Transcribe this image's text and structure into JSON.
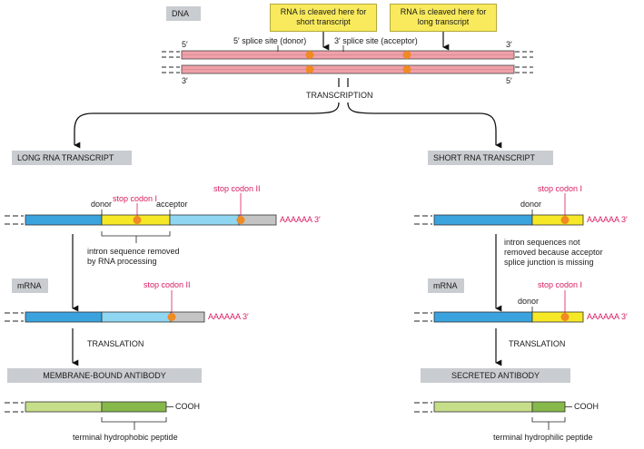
{
  "dna": {
    "label": "DNA",
    "callout_short": "RNA is cleaved here for short transcript",
    "callout_long": "RNA is cleaved here for long transcript",
    "splice_donor": "5′ splice site (donor)",
    "splice_acceptor": "3′ splice site (acceptor)",
    "top_left_end": "5′",
    "top_right_end": "3′",
    "bottom_left_end": "3′",
    "bottom_right_end": "5′",
    "transcription": "TRANSCRIPTION"
  },
  "left": {
    "header": "LONG RNA TRANSCRIPT",
    "stop_codon_1": "stop codon I",
    "stop_codon_2": "stop codon II",
    "donor": "donor",
    "acceptor": "acceptor",
    "polyA": "AAAAAA  3′",
    "step1": "intron sequence removed\nby RNA processing",
    "mrna": "mRNA",
    "mrna_stop": "stop codon II",
    "mrna_polyA": "AAAAAA  3′",
    "translation": "TRANSLATION",
    "product": "MEMBRANE-BOUND ANTIBODY",
    "cooh": "COOH",
    "peptide": "terminal hydrophobic peptide"
  },
  "right": {
    "header": "SHORT RNA TRANSCRIPT",
    "stop_codon_1": "stop codon I",
    "donor": "donor",
    "polyA": "AAAAAA  3′",
    "step1": "intron sequences not\nremoved because acceptor\nsplice junction is missing",
    "mrna": "mRNA",
    "mrna_donor": "donor",
    "mrna_stop": "stop codon I",
    "mrna_polyA": "AAAAAA  3′",
    "translation": "TRANSLATION",
    "product": "SECRETED ANTIBODY",
    "cooh": "COOH",
    "peptide": "terminal hydrophilic peptide"
  },
  "colors": {
    "dna_strand": "#f0a0a8",
    "exon_blue": "#3aa3de",
    "light_blue": "#8fd6f2",
    "intron_yellow": "#f6e826",
    "grey_tail": "#c4c4c4",
    "stop_orange": "#f08a24",
    "protein_light": "#c6dd8a",
    "protein_dark": "#86b84a",
    "magenta": "#d81b60",
    "header_grey": "#c9ccd0",
    "callout_yellow": "#f8ea5c"
  }
}
